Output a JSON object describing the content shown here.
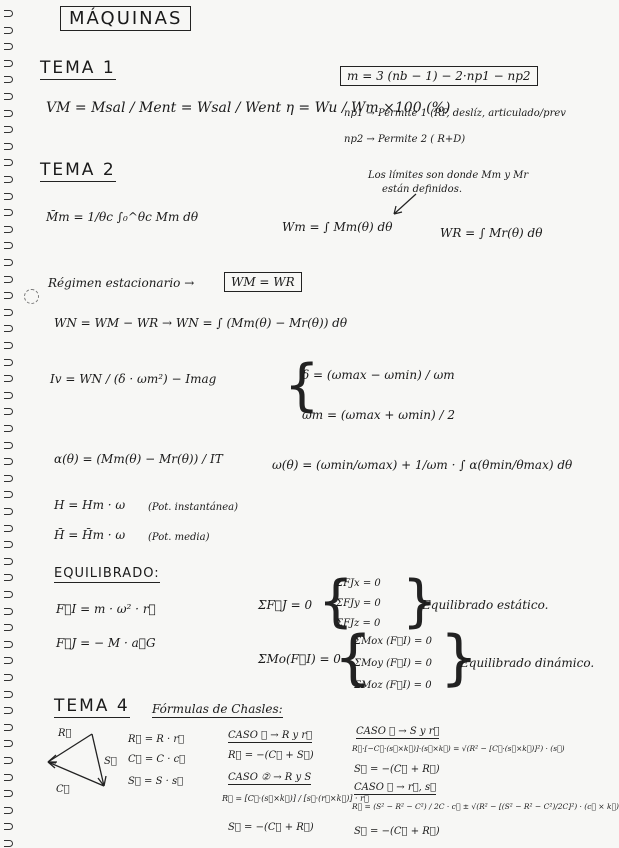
{
  "title": "MÁQUINAS",
  "tema1": {
    "heading": "TEMA 1",
    "rendimiento": "VM = Msal / Ment = Wsal / Went  η = Wu / Wm ×100 (%)",
    "mobility": "m = 3 (nb − 1) − 2·np1 − np2",
    "np1": "np1 → Permite 1 (RP, deslíz, articulado/prev",
    "np2": "np2 → Permite 2 ( R+D)"
  },
  "tema2": {
    "heading": "TEMA 2",
    "note_line1": "Los límites son donde Mm y Mr",
    "note_line2": "están definidos.",
    "mm_avg": "M̄m = 1/θc ∫₀^θc Mm dθ",
    "wm": "Wm = ∫ Mm(θ) dθ",
    "wr": "WR = ∫ Mr(θ) dθ",
    "regimen_label": "Régimen estacionario →",
    "regimen_eq": "WM = WR",
    "wn": "WN = WM − WR  →  WN = ∫ (Mm(θ) − Mr(θ)) dθ",
    "iv": "Iv = WN / (δ · ωm²) − Imag",
    "delta": "δ = (ωmax − ωmin) / ωm",
    "wm_mean": "ωm = (ωmax + ωmin) / 2",
    "alpha": "α(θ) = (Mm(θ) − Mr(θ)) / IT",
    "omega": "ω(θ) = (ωmin/ωmax) + 1/ωm · ∫ α(θmin/θmax) dθ",
    "h_inst": "H = Hm · ω",
    "h_inst_note": "(Pot. instantánea)",
    "h_avg": "H̄ = H̄m · ω",
    "h_avg_note": "(Pot. media)"
  },
  "equilibrado": {
    "heading": "EQUILIBRADO:",
    "fi": "F⃗I = m · ω² · r⃗",
    "fj": "F⃗J = − M · a⃗G",
    "sum_f": "ΣF⃗J = 0",
    "fx": "ΣFJx = 0",
    "fy": "ΣFJy = 0",
    "fz": "ΣFJz = 0",
    "estatico": "Equilibrado estático.",
    "sum_m": "ΣMo(F⃗I) = 0",
    "mox": "ΣMox (F⃗I) = 0",
    "moy": "ΣMoy (F⃗I) = 0",
    "moz": "ΣMoz (F⃗I) = 0",
    "dinamico": "Equilibrado dinámico."
  },
  "tema4": {
    "heading": "TEMA 4",
    "subtitle": "Fórmulas de Chasles:",
    "vec_r": "R⃗",
    "vec_s": "S⃗",
    "vec_c": "C⃗",
    "def_r": "R⃗ = R · r⃗",
    "def_c": "C⃗ = C · c⃗",
    "def_s": "S⃗ = S · s⃗",
    "caso1": "CASO ① → R y r⃗",
    "caso1_eq": "R⃗ = −(C⃗ + S⃗)",
    "caso2": "CASO ② → R y S",
    "caso2_eq": "R⃗ = [C⃗·(s⃗×k⃗)] / [s⃗·(r⃗×k⃗)] · r⃗",
    "caso2_eq2": "S⃗ = −(C⃗ + R⃗)",
    "caso3": "CASO ③ → S y r⃗",
    "caso3_eq": "R⃗·[−C⃗·(s⃗×k⃗)]·(s⃗×k⃗) = √(R² − [C⃗·(s⃗×k⃗)]²) · (s⃗)",
    "caso3_eq2": "S⃗ = −(C⃗ + R⃗)",
    "caso4": "CASO ④ → r⃗, s⃗",
    "caso4_eq": "R⃗ = (S² − R² − C²) / 2C · c⃗ ± √(R² − [(S² − R² − C²)/2C]²) · (c⃗ × k⃗)",
    "caso4_eq2": "S⃗ = −(C⃗ + R⃗)"
  }
}
